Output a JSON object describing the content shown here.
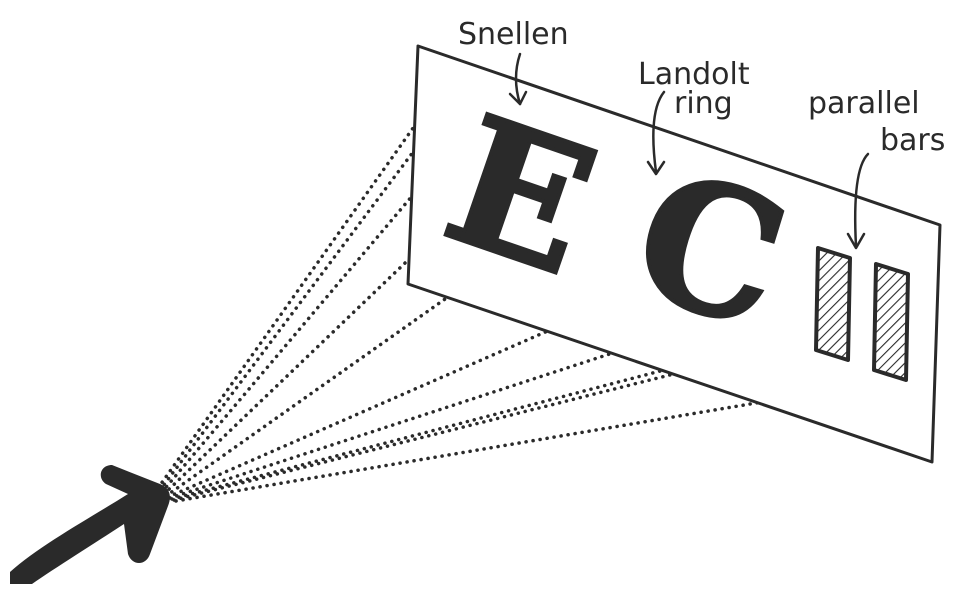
{
  "labels": {
    "snellen": "Snellen",
    "landolt_line1": "Landolt",
    "landolt_line2": "ring",
    "parallel_line1": "parallel",
    "parallel_line2": "bars"
  },
  "targets": {
    "snellen_letter": "E",
    "landolt_letter": "C"
  },
  "colors": {
    "ink": "#2a2a2a",
    "paper": "#ffffff"
  },
  "icons": [
    "eye-arrow-icon"
  ]
}
